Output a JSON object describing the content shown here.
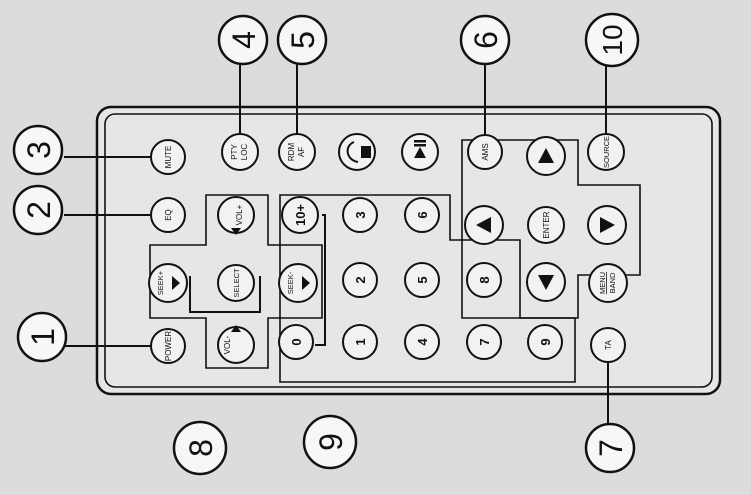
{
  "remote": {
    "top_row": {
      "power": "POWER",
      "eq": "EQ",
      "mute": "MUTE"
    },
    "mode_row": {
      "pty_line1": "PTY",
      "pty_line2": "LOC",
      "rdm_line1": "RDM",
      "rdm_line2": "AF",
      "ams": "AMS",
      "source": "SOURCE"
    },
    "volume_cluster": {
      "vol_plus": "VOL+",
      "vol_minus": "VOL-",
      "seek_plus": "SEEK+",
      "seek_minus": "SEEK-",
      "select": "SELECT"
    },
    "keypad": {
      "ten_plus": "10+",
      "digits": [
        "0",
        "1",
        "2",
        "3",
        "4",
        "5",
        "6",
        "7",
        "8",
        "9"
      ]
    },
    "navigation": {
      "enter": "ENTER",
      "menu_line1": "MENU",
      "menu_line2": "BAND",
      "ta": "TA"
    }
  },
  "callouts": [
    "1",
    "2",
    "3",
    "4",
    "5",
    "6",
    "7",
    "8",
    "9",
    "10"
  ]
}
